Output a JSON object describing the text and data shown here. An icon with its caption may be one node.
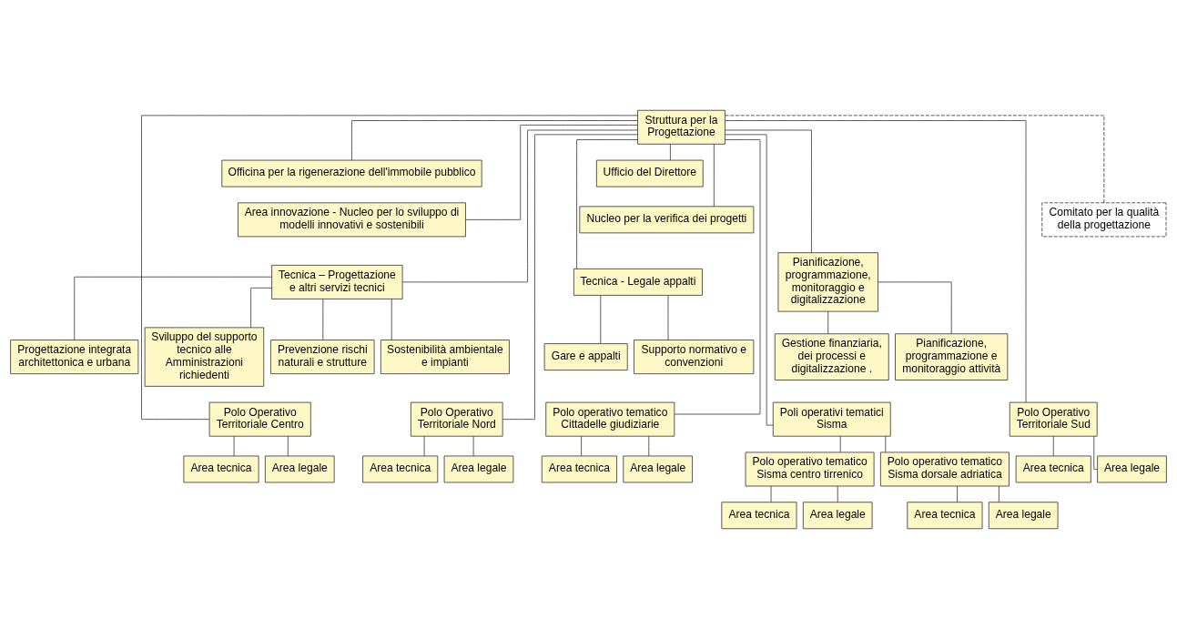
{
  "diagram": {
    "nodes": [
      {
        "text": [
          "Struttura per la Progettazione"
        ]
      },
      {
        "text": [
          "Officina per la rigenerazione dell'immobile pubblico"
        ]
      },
      {
        "text": [
          "Ufficio del Direttore"
        ]
      },
      {
        "text": [
          "Comitato per la qualità della progettazione"
        ]
      },
      {
        "text": [
          "Area innovazione - Nucleo per lo sviluppo di modelli innovativi e sostenibili"
        ]
      },
      {
        "text": [
          "Nucleo per la verifica dei progetti"
        ]
      },
      {
        "text": [
          "Tecnica – Progettazione e altri servizi tecnici"
        ]
      },
      {
        "text": [
          "Pianificazione, programmazione, monitoraggio e digitalizzazione"
        ]
      },
      {
        "text": [
          "Tecnica - Legale appalti"
        ]
      },
      {
        "text": [
          "Progettazione integrata architettonica e urbana"
        ]
      },
      {
        "text": [
          "Sostenibilità ambientale e impianti"
        ]
      },
      {
        "text": [
          "Prevenzione rischi naturali e strutture"
        ]
      },
      {
        "text": [
          "Sviluppo del supporto tecnico alle Amministrazioni richiedenti"
        ]
      },
      {
        "text": [
          "Pianificazione, programmazione e monitoraggio attività"
        ]
      },
      {
        "text": [
          "Gestione finanziaria, dei processi e digitalizzazione ."
        ]
      },
      {
        "text": [
          "Supporto normativo e convenzioni"
        ]
      },
      {
        "text": [
          "Gare e appalti"
        ]
      },
      {
        "text": [
          "Polo Operativo Territoriale Nord"
        ]
      },
      {
        "text": [
          "Polo Operativo Territoriale Centro"
        ]
      },
      {
        "text": [
          "Polo Operativo Territoriale Sud"
        ]
      },
      {
        "text": [
          "Poli operativi tematici Sisma"
        ]
      },
      {
        "text": [
          "Polo operativo tematico Cittadelle giudiziarie"
        ]
      },
      {
        "text": [
          "Polo operativo tematico Sisma centro tirrenico"
        ]
      },
      {
        "text": [
          "Polo operativo tematico Sisma dorsale adriatica"
        ]
      },
      {
        "text": [
          "Area tecnica"
        ]
      },
      {
        "text": [
          "Area legale"
        ]
      },
      {
        "text": [
          "Area tecnica"
        ]
      },
      {
        "text": [
          "Area legale"
        ]
      },
      {
        "text": [
          "Area tecnica"
        ]
      },
      {
        "text": [
          "Area legale"
        ]
      },
      {
        "text": [
          "Area tecnica"
        ]
      },
      {
        "text": [
          "Area legale"
        ]
      },
      {
        "text": [
          "Area tecnica"
        ]
      },
      {
        "text": [
          "Area legale"
        ]
      },
      {
        "text": [
          "Area tecnica"
        ]
      },
      {
        "text": [
          "Area legale"
        ]
      }
    ],
    "edges": [
      {
        "from": 0,
        "to": 1,
        "arrow": "none"
      },
      {
        "from": 0,
        "to": 2,
        "arrow": "none"
      },
      {
        "from": 3,
        "to": 0,
        "arrow": "none",
        "style": "dashed"
      },
      {
        "from": 0,
        "to": 4,
        "arrow": "none"
      },
      {
        "from": 0,
        "to": 5,
        "arrow": "none"
      },
      {
        "from": 0,
        "to": 6,
        "arrow": "none"
      },
      {
        "from": 0,
        "to": 7,
        "arrow": "none"
      },
      {
        "from": 0,
        "to": 8,
        "arrow": "none"
      },
      {
        "from": 6,
        "to": 9,
        "arrow": "none"
      },
      {
        "from": 6,
        "to": 10,
        "arrow": "none"
      },
      {
        "from": 6,
        "to": 11,
        "arrow": "none"
      },
      {
        "from": 6,
        "to": 12,
        "arrow": "none"
      },
      {
        "from": 7,
        "to": 13,
        "arrow": "none"
      },
      {
        "from": 7,
        "to": 14,
        "arrow": "none"
      },
      {
        "from": 8,
        "to": 15,
        "arrow": "none"
      },
      {
        "from": 8,
        "to": 16,
        "arrow": "none"
      },
      {
        "from": 0,
        "to": 17,
        "arrow": "none"
      },
      {
        "from": 0,
        "to": 18,
        "arrow": "none"
      },
      {
        "from": 0,
        "to": 19,
        "arrow": "none"
      },
      {
        "from": 0,
        "to": 20,
        "arrow": "none"
      },
      {
        "from": 0,
        "to": 21,
        "arrow": "none"
      },
      {
        "from": 20,
        "to": 22,
        "arrow": "none"
      },
      {
        "from": 20,
        "to": 23,
        "arrow": "none"
      },
      {
        "from": 17,
        "to": 24,
        "arrow": "none"
      },
      {
        "from": 17,
        "to": 25,
        "arrow": "none"
      },
      {
        "from": 18,
        "to": 26,
        "arrow": "none"
      },
      {
        "from": 18,
        "to": 27,
        "arrow": "none"
      },
      {
        "from": 19,
        "to": 28,
        "arrow": "none"
      },
      {
        "from": 19,
        "to": 29,
        "arrow": "none"
      },
      {
        "from": 21,
        "to": 30,
        "arrow": "none"
      },
      {
        "from": 21,
        "to": 31,
        "arrow": "none"
      },
      {
        "from": 22,
        "to": 32,
        "arrow": "none"
      },
      {
        "from": 22,
        "to": 33,
        "arrow": "none"
      },
      {
        "from": 23,
        "to": 34,
        "arrow": "none"
      },
      {
        "from": 23,
        "to": 35,
        "arrow": "none"
      }
    ]
  }
}
